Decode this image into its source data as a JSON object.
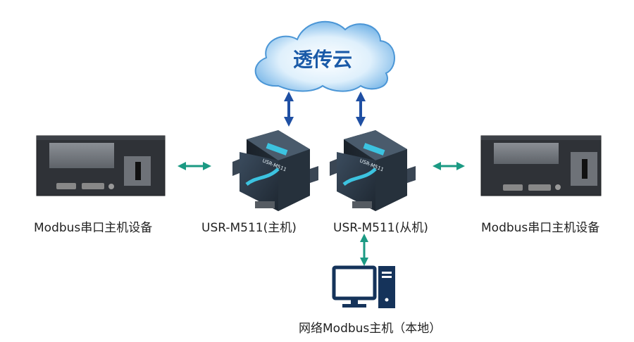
{
  "cloud": {
    "label": "透传云"
  },
  "devices": {
    "left_host": {
      "label": "Modbus串口主机设备"
    },
    "gateway_master": {
      "label": "USR-M511(主机)",
      "badge": "USR-M511"
    },
    "gateway_slave": {
      "label": "USR-M511(从机)",
      "badge": "USR-M511"
    },
    "right_host": {
      "label": "Modbus串口主机设备"
    },
    "network_host": {
      "label": "网络Modbus主机（本地）"
    }
  },
  "colors": {
    "cloud_blue": "#3a87cf",
    "cloud_text": "#1a5aa8",
    "arrow_blue": "#1f4fa3",
    "arrow_teal": "#1b9a83",
    "device_dark": "#2e3136",
    "gateway_body": "#2a3a4a",
    "gateway_accent": "#3cc3e0"
  }
}
